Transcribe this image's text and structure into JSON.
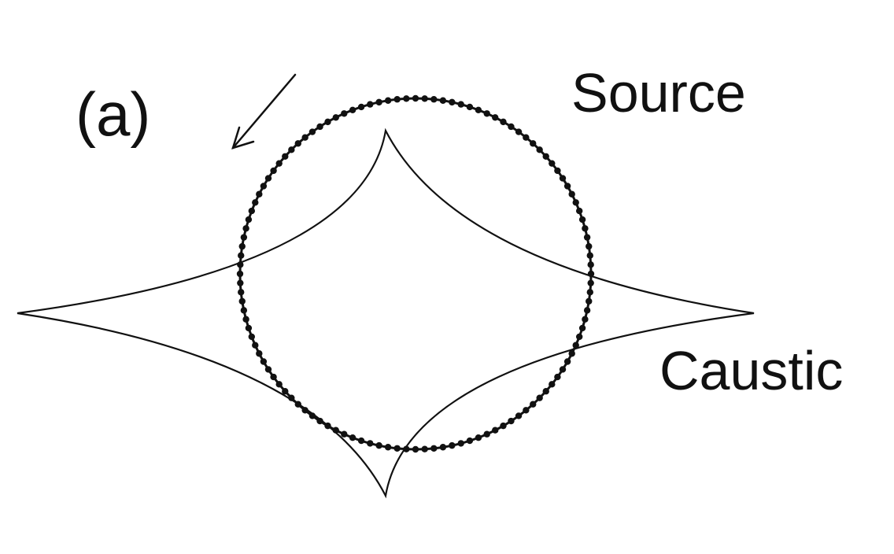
{
  "panel_label": "(a)",
  "labels": {
    "source": "Source",
    "caustic": "Caustic"
  },
  "colors": {
    "ink": "#111111",
    "background": "#ffffff"
  }
}
